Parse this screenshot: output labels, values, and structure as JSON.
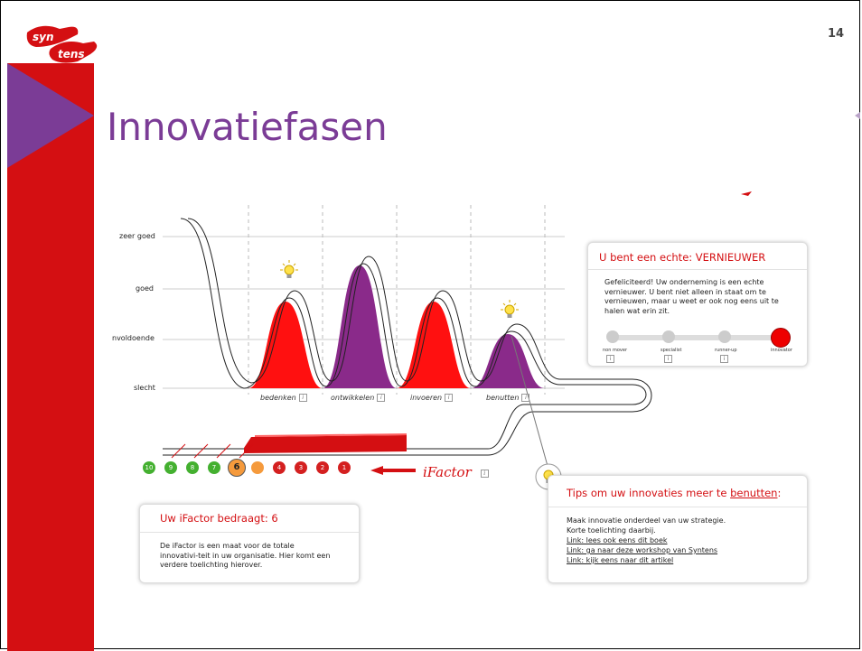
{
  "slide_number": "14",
  "title": "Innovatiefasen",
  "logo": {
    "text_top": "syn",
    "text_bottom": "tens"
  },
  "chart": {
    "ylabels": [
      "zeer goed",
      "goed",
      "nvoldoende",
      "slecht"
    ],
    "phases": [
      "bedenken",
      "ontwikkelen",
      "invoeren",
      "benutten"
    ],
    "info_icon": "i"
  },
  "verdict_card": {
    "title": "U bent een echte: VERNIEUWER",
    "text": "Gefeliciteerd! Uw onderneming is een echte vernieuwer. U bent niet alleen in staat om te vernieuwen, maar u weet er ook nog eens uit te halen wat erin zit.",
    "levels": [
      "non mover",
      "specialist",
      "runner-up",
      "innovator"
    ]
  },
  "ifactor": {
    "label": "iFactor",
    "green_dots": [
      "10",
      "9",
      "8",
      "7"
    ],
    "current": "6",
    "red_dots": [
      "4",
      "3",
      "2",
      "1"
    ]
  },
  "ifactor_card": {
    "title": "Uw iFactor bedraagt: 6",
    "text": "De iFactor is een maat voor de totale innovativi-teit in uw organisatie. Hier komt een verdere toelichting hierover."
  },
  "tips_card": {
    "title_prefix": "Tips om uw innovaties meer te ",
    "title_link": "benutten",
    "title_suffix": ":",
    "text1": "Maak innovatie onderdeel van uw strategie.",
    "text2": "Korte toelichting daarbij.",
    "links": [
      "Link: lees ook eens dit boek",
      "Link: ga naar deze workshop van Syntens",
      "Link: kijk eens naar dit artikel"
    ]
  }
}
